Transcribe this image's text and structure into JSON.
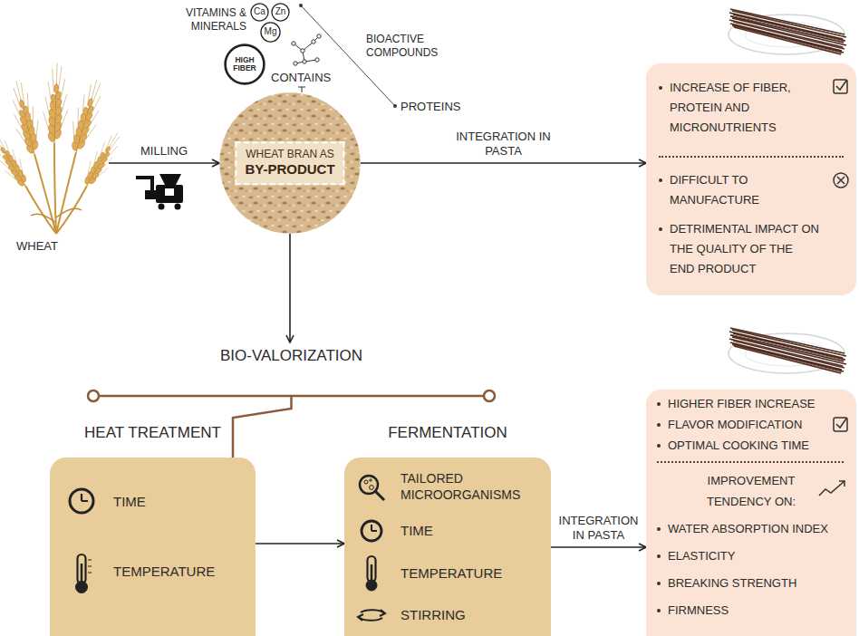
{
  "diagram": {
    "nodes": [
      {
        "text": [
          "WHEAT"
        ]
      },
      {
        "text": [
          "Ca"
        ]
      },
      {
        "text": [
          "Zn"
        ]
      },
      {
        "text": [
          "Mg"
        ]
      },
      {
        "text": [
          "HIGH FIBER"
        ]
      },
      {
        "text": [
          "WHEAT BRAN AS",
          "BY-PRODUCT"
        ]
      },
      {
        "text": [
          "INCREASE OF FIBER, PROTEIN AND MICRONUTRIENTS",
          "DIFFICULT TO MANUFACTURE",
          "DETRIMENTAL IMPACT ON THE QUALITY OF THE END PRODUCT"
        ]
      },
      {
        "text": [
          "BIO-VALORIZATION"
        ]
      },
      {
        "text": [
          "HEAT TREATMENT",
          "TIME",
          "TEMPERATURE"
        ]
      },
      {
        "text": [
          "FERMENTATION",
          "TAILORED MICROORGANISMS",
          "TIME",
          "TEMPERATURE",
          "STIRRING"
        ]
      },
      {
        "text": [
          "HIGHER FIBER INCREASE",
          "FLAVOR MODIFICATION",
          "OPTIMAL COOKING TIME",
          "IMPROVEMENT TENDENCY ON:",
          "WATER ABSORPTION INDEX",
          "ELASTICITY",
          "BREAKING STRENGTH",
          "FIRMNESS"
        ]
      }
    ],
    "edges": [
      {
        "from": 0,
        "to": 5,
        "arrow": "to",
        "label": "MILLING"
      },
      {
        "from": 5,
        "to": 6,
        "arrow": "to",
        "label": "INTEGRATION IN PASTA"
      },
      {
        "from": 5,
        "to": 7,
        "arrow": "to"
      },
      {
        "from": 7,
        "to": 8,
        "arrow": "none"
      },
      {
        "from": 8,
        "to": 9,
        "arrow": "to"
      },
      {
        "from": 9,
        "to": 10,
        "arrow": "to",
        "label": "INTEGRATION IN PASTA"
      }
    ],
    "labels": [
      "VITAMINS & MINERALS",
      "BIOACTIVE COMPOUNDS",
      "CONTAINS",
      "PROTEINS"
    ]
  }
}
